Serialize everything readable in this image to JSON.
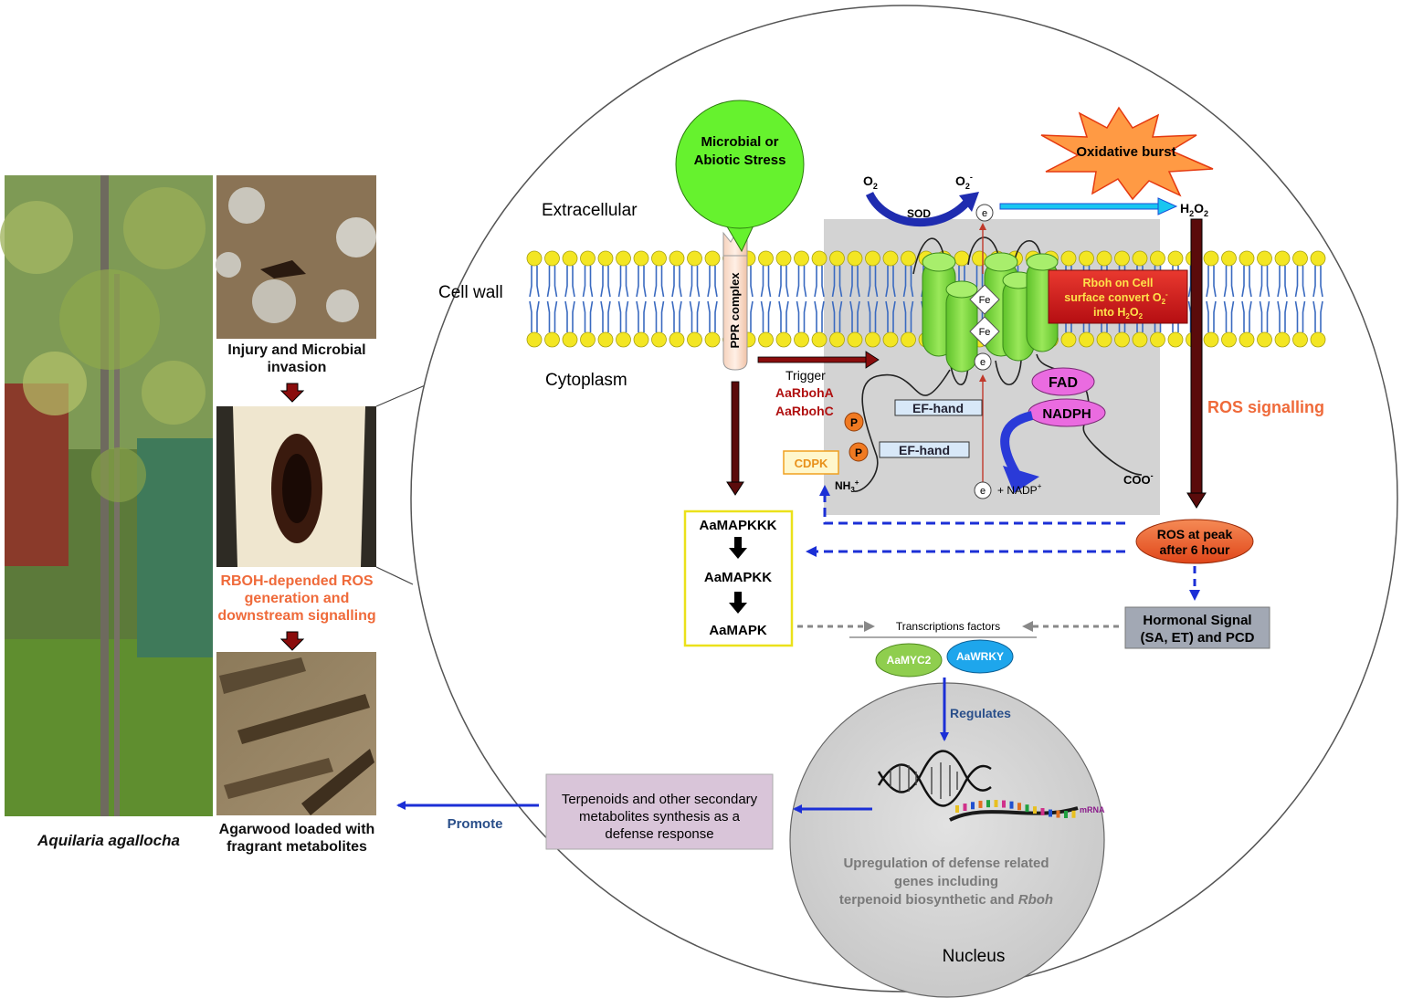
{
  "species": "Aquilaria agallocha",
  "panels": {
    "injury": "Injury and Microbial invasion",
    "rboh": "RBOH-depended ROS generation and downstream signalling",
    "agarwood": "Agarwood loaded with fragrant metabolites"
  },
  "regions": {
    "extracellular": "Extracellular",
    "cell_wall": "Cell wall",
    "cytoplasm": "Cytoplasm",
    "nucleus": "Nucleus"
  },
  "stress": {
    "line1": "Microbial or",
    "line2": "Abiotic Stress"
  },
  "ppr": "PPR complex",
  "oxidative_burst": "Oxidative burst",
  "o2": "O",
  "o2_sub": "2",
  "o2minus": "O",
  "o2minus_sub": "2",
  "o2minus_sup": "-",
  "sod": "SOD",
  "electron": "e",
  "h2o2": {
    "a": "H",
    "b": "2",
    "c": "O",
    "d": "2"
  },
  "rboh_box": {
    "line1": "Rboh on Cell",
    "line2": "surface convert O",
    "line2_sub": "2",
    "line2_sup": "-",
    "line3": "into H",
    "line3_sub1": "2",
    "line3_mid": "O",
    "line3_sub2": "2"
  },
  "fe": "Fe",
  "fad": "FAD",
  "nadph": "NADPH",
  "ef_hand": "EF-hand",
  "phos": "P",
  "cdpk": "CDPK",
  "nh3": "NH",
  "nh3_sub": "3",
  "nh3_sup": "+",
  "coo": "COO",
  "coo_sup": "-",
  "nadp": "+ NADP",
  "nadp_sup": "+",
  "trigger": "Trigger",
  "aarbohA": "AaRbohA",
  "aarbohC": "AaRbohC",
  "ros_signalling": "ROS signalling",
  "ros_peak": {
    "line1": "ROS at peak",
    "line2": "after 6 hour"
  },
  "mapk": {
    "k3": "AaMAPKKK",
    "k2": "AaMAPKK",
    "k1": "AaMAPK"
  },
  "tf": "Transcriptions factors",
  "myc2": "AaMYC2",
  "wrky": "AaWRKY",
  "hormonal": {
    "line1": "Hormonal Signal",
    "line2": "(SA, ET) and PCD"
  },
  "regulates": "Regulates",
  "mrna": "mRNA",
  "upregulation": {
    "line1": "Upregulation of defense related",
    "line2": "genes including",
    "line3": "terpenoid biosynthetic and",
    "line3_italic": "Rboh"
  },
  "terpenoids": {
    "line1": "Terpenoids and other secondary",
    "line2": "metabolites synthesis as a",
    "line3": "defense response"
  },
  "promote": "Promote",
  "colors": {
    "stress_green": "#66f22e",
    "protein_green": "#7dd63a",
    "rboh_red": "#d6171a",
    "ros_orange": "#ee5a24",
    "membrane_yellow": "#f3e623",
    "tf_green": "#8fce4e",
    "tf_blue": "#1ea6ec",
    "arrow_blue": "#1b2fd6",
    "dark_red": "#8a0d0d"
  }
}
